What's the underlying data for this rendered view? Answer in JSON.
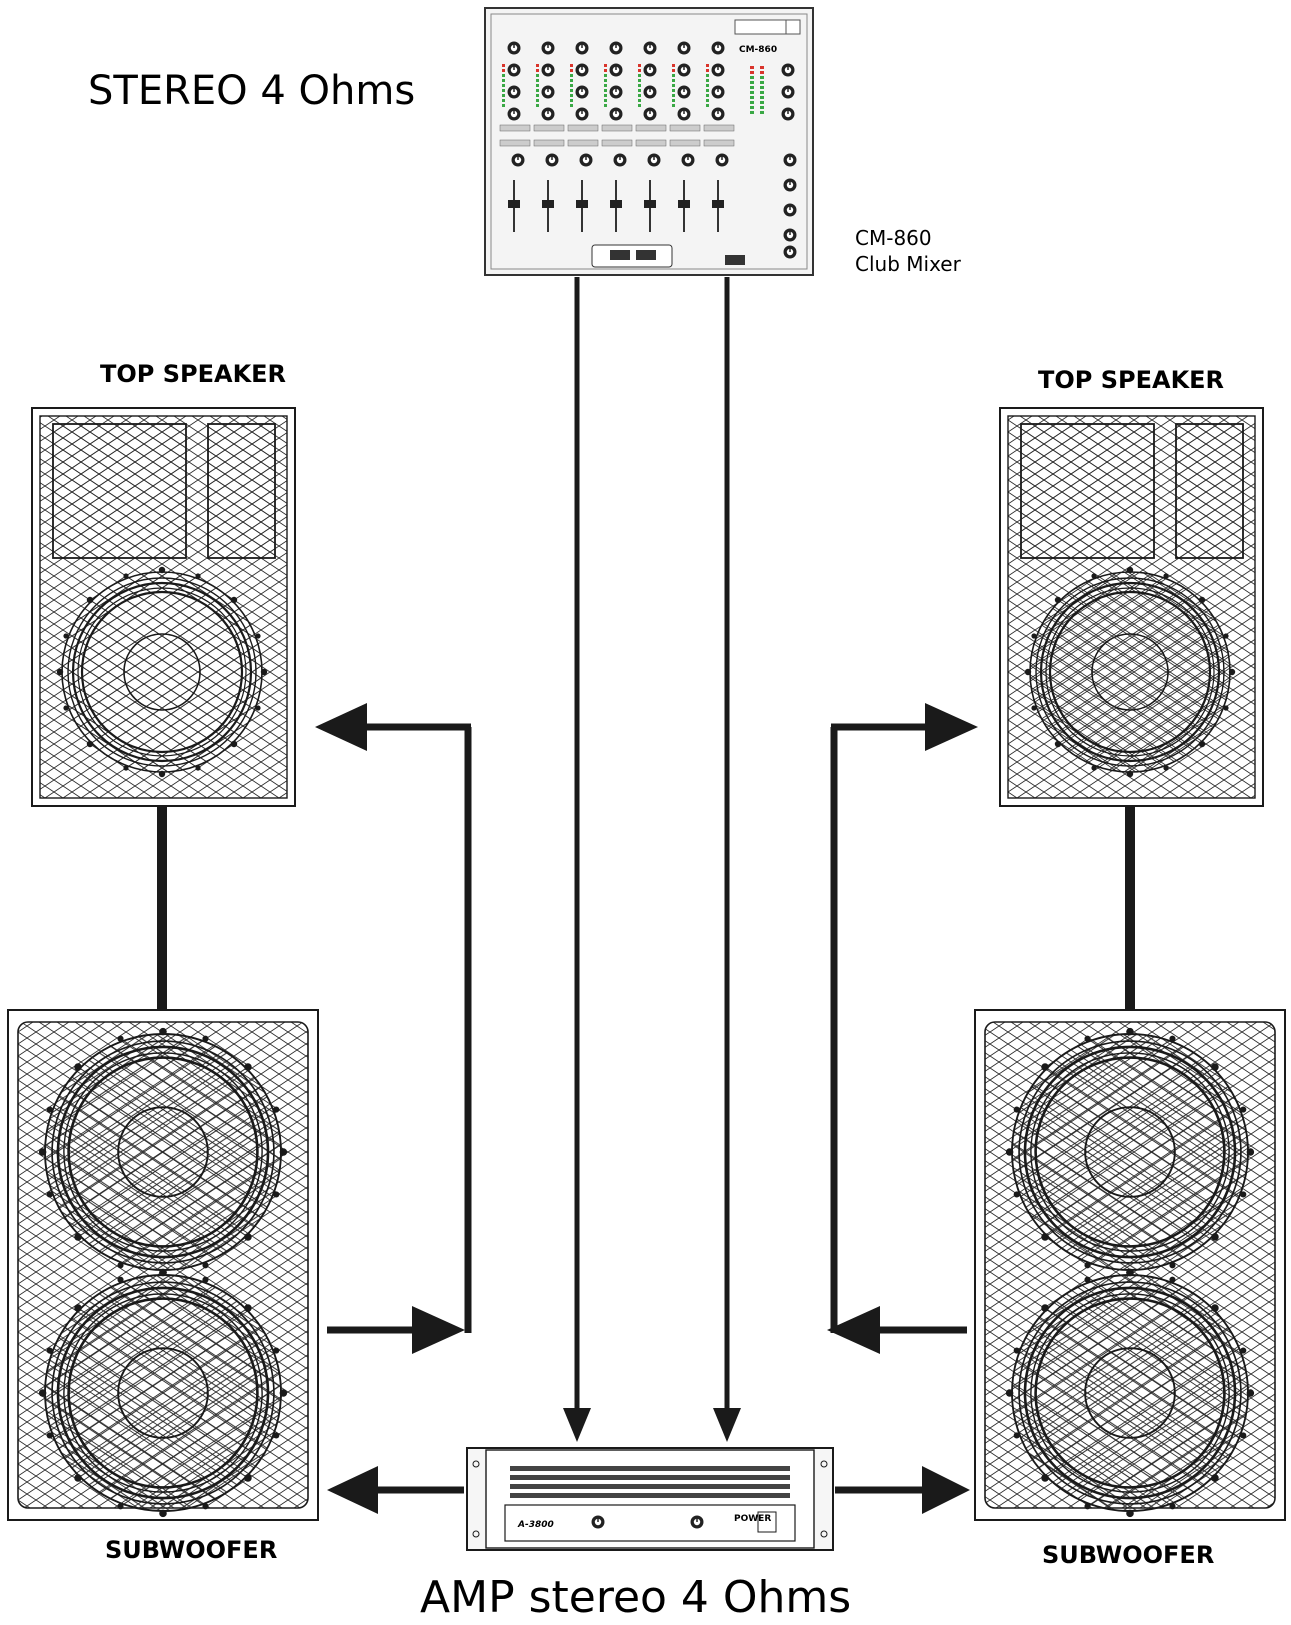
{
  "title": "STEREO 4 Ohms",
  "mixer": {
    "model": "CM-860",
    "description": "Club Mixer",
    "panel_logo": "CM-860"
  },
  "speakers": {
    "top_left_label": "TOP SPEAKER",
    "top_right_label": "TOP SPEAKER",
    "sub_left_label": "SUBWOOFER",
    "sub_right_label": "SUBWOOFER"
  },
  "amplifier": {
    "caption": "AMP stereo 4 Ohms",
    "model": "A-3800",
    "power_label": "POWER"
  },
  "colors": {
    "line": "#1a1a1a",
    "mesh": "#2a2a2a",
    "meter_green": "#3aa845",
    "meter_red": "#d9342b"
  }
}
